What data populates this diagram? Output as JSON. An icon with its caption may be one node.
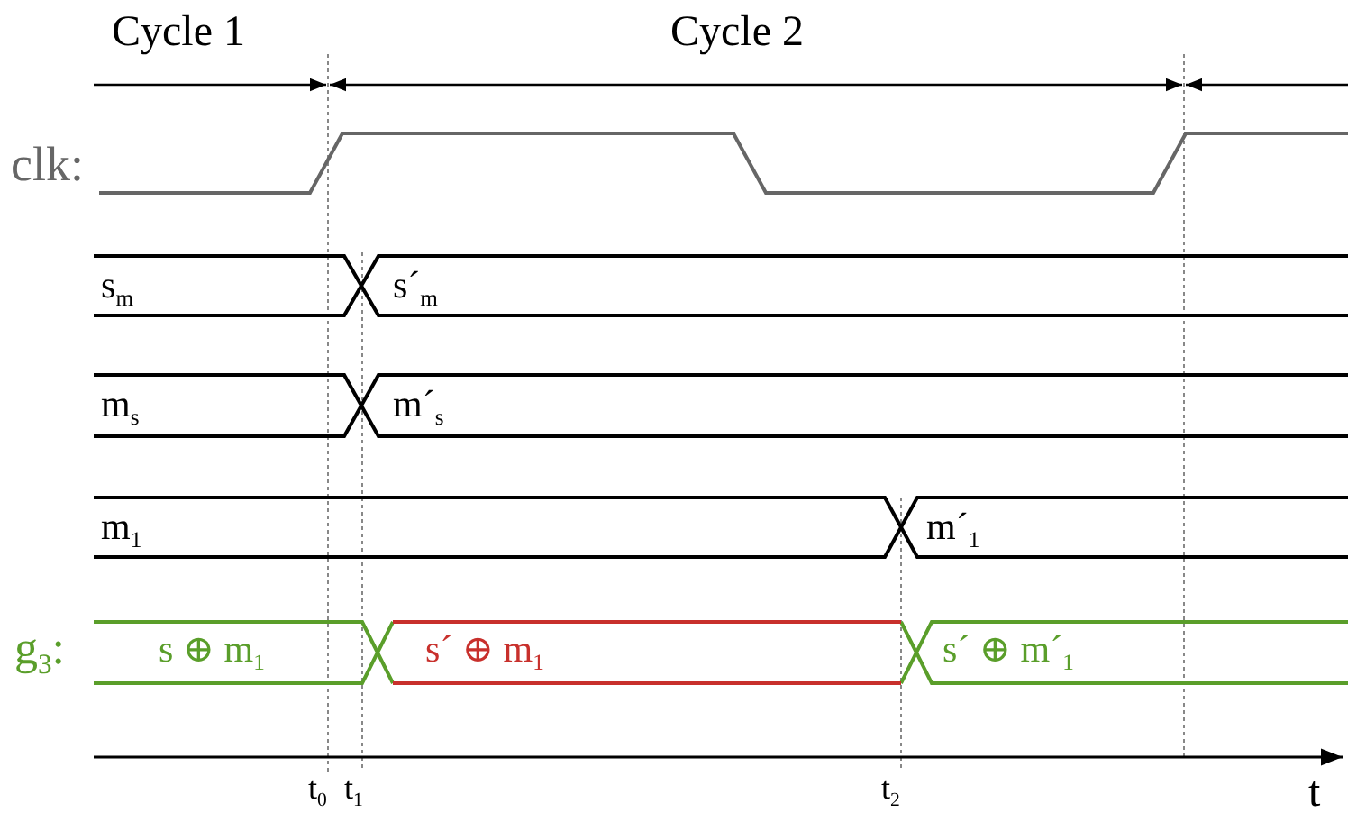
{
  "diagram": {
    "labels": [
      "Cycle 1",
      "Cycle 2",
      "clk:",
      "s$_{m}$",
      "s´$_{m}$",
      "m$_{s}$",
      "m´$_{s}$",
      "m$_{1}$",
      "m´$_{1}$",
      "g$_{3}$:",
      "s ⊕ m$_{1}$",
      "s´ ⊕ m$_{1}$",
      "s´ ⊕ m´$_{1}$",
      "t$_{0}$",
      "t$_{1}$",
      "t$_{2}$",
      "t"
    ]
  }
}
